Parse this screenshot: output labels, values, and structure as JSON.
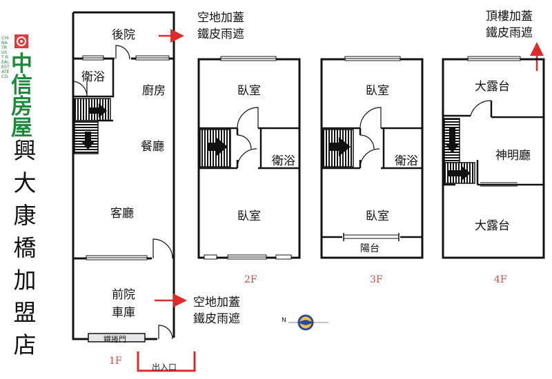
{
  "colors": {
    "accent_red": "#e02a2a",
    "floor_label": "#d24a4a",
    "brand_green": "#1d8a3a",
    "wall": "#111111"
  },
  "brand": {
    "logo_vertical": "CHINATRUST REAL ESTATE CO.",
    "logo_text": "中信房屋",
    "store_name": "興大康橋加盟店"
  },
  "floors": {
    "f1": {
      "label": "1F",
      "backyard": "後院",
      "bath": "衛浴",
      "kitchen": "廚房",
      "dining": "餐廳",
      "living": "客廳",
      "front_yard": "前院",
      "garage": "車庫",
      "gate": "鐵捲門",
      "entrance": "出入口"
    },
    "f2": {
      "label": "2F",
      "bedroom_top": "臥室",
      "bath": "衛浴",
      "bedroom_bottom": "臥室"
    },
    "f3": {
      "label": "3F",
      "bedroom_top": "臥室",
      "bath": "衛浴",
      "bedroom_bottom": "臥室",
      "balcony": "陽台"
    },
    "f4": {
      "label": "4F",
      "terrace_top": "大露台",
      "shrine": "神明廳",
      "terrace_bottom": "大露台"
    }
  },
  "notes": {
    "backyard_cover_1": "空地加蓋",
    "backyard_cover_2": "鐵皮雨遮",
    "front_cover_1": "空地加蓋",
    "front_cover_2": "鐵皮雨遮",
    "roof_cover_1": "頂樓加蓋",
    "roof_cover_2": "鐵皮雨遮"
  },
  "compass": {
    "north_label": "N"
  },
  "icons": [
    "stair-arrow-icon",
    "door-swing-icon",
    "window-icon",
    "compass-icon",
    "red-arrow-icon"
  ]
}
